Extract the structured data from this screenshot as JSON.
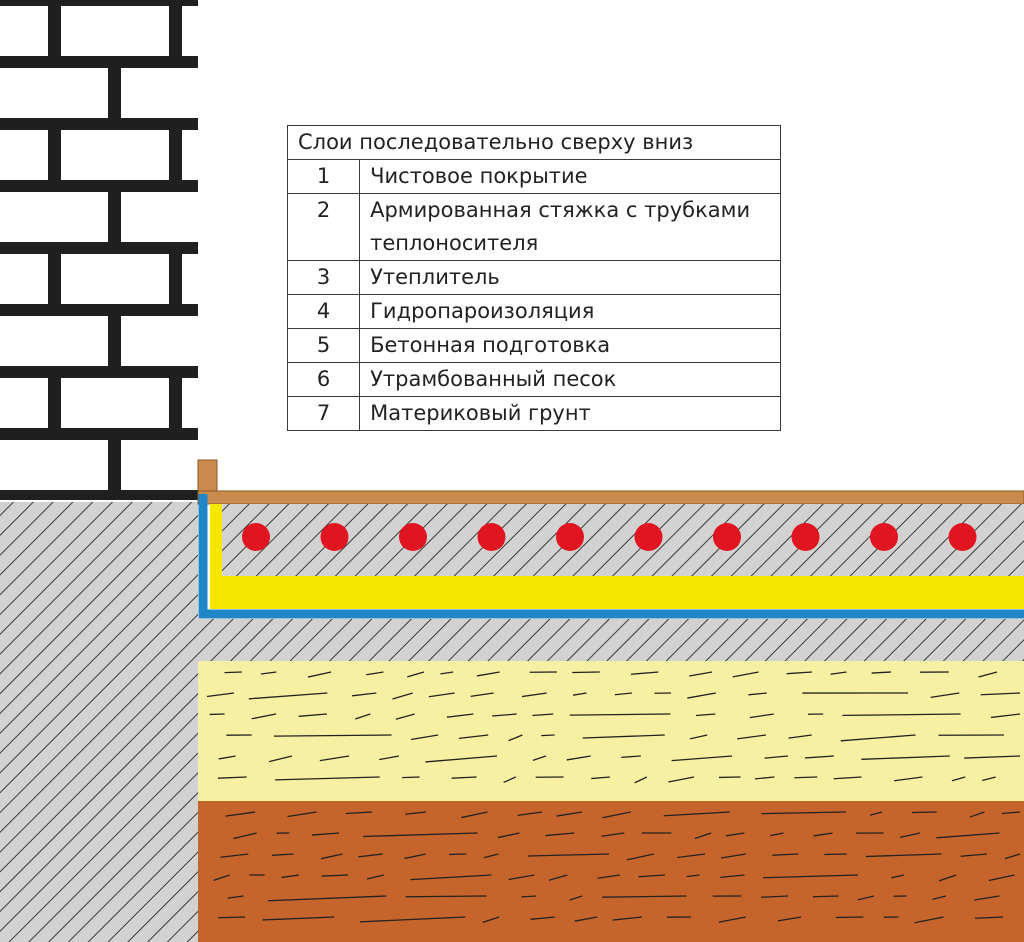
{
  "legend": {
    "title": "Слои последовательно сверху вниз",
    "rows": [
      {
        "num": "1",
        "text": "Чистовое покрытие"
      },
      {
        "num": "2",
        "text": "Армированная стяжка с трубками теплоносителя"
      },
      {
        "num": "3",
        "text": "Утеплитель"
      },
      {
        "num": "4",
        "text": "Гидропароизоляция"
      },
      {
        "num": "5",
        "text": "Бетонная подготовка"
      },
      {
        "num": "6",
        "text": "Утрамбованный песок"
      },
      {
        "num": "7",
        "text": "Материковый грунт"
      }
    ]
  },
  "heating_pipes_count": 10,
  "colors": {
    "brick_mortar": "#1f1f1f",
    "brick": "#ffffff",
    "concrete": "#d2d2d2",
    "hatch": "#3a3a3a",
    "finish_floor": "#c98a4b",
    "insulation": "#f7e600",
    "vapor_barrier": "#1f86c8",
    "pipe": "#e0151f",
    "sand": "#f7efa2",
    "soil": "#c5652b",
    "dash": "#222222"
  }
}
